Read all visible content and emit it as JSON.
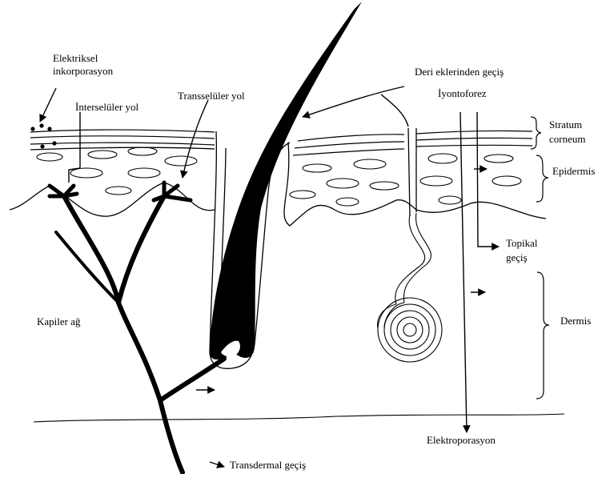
{
  "diagram": {
    "labels": {
      "electroincorporation_1": "Elektriksel",
      "electroincorporation_2": "inkorporasyon",
      "intercellular": "İnterselüler yol",
      "transcellular": "Transselüler yol",
      "appendageal": "Deri eklerinden geçiş",
      "iontophoresis": "İyontoforez",
      "stratum_1": "Stratum",
      "stratum_2": "corneum",
      "epidermis": "Epidermis",
      "topical_1": "Topikal",
      "topical_2": "geçiş",
      "capillary": "Kapiler ağ",
      "dermis": "Dermis",
      "electroporation": "Elektroporasyon",
      "transdermal": "Transdermal geçiş"
    },
    "colors": {
      "ink": "#000000",
      "paper": "#ffffff"
    }
  }
}
